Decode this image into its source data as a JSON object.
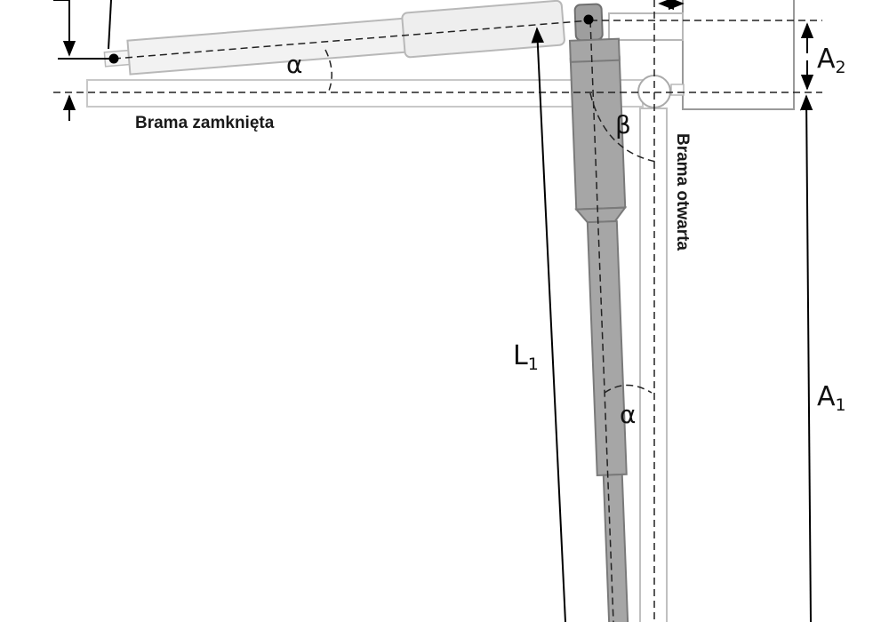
{
  "labels": {
    "closed_gate": "Brama zamknięta",
    "open_gate": "Brama otwarta",
    "angle_alpha_top": "α",
    "angle_alpha_bottom": "α",
    "angle_beta": "β",
    "dim_l1": "L",
    "dim_l1_sub": "1",
    "dim_a1": "A",
    "dim_a1_sub": "1",
    "dim_a2": "A",
    "dim_a2_sub": "2"
  },
  "colors": {
    "actuator_closed_fill": "#f2f2f2",
    "actuator_closed_stroke": "#b8b8b8",
    "actuator_open_fill": "#a6a6a6",
    "actuator_open_stroke": "#777777",
    "gate_leaf_stroke": "#c4c4c4",
    "dimension_line": "#000000"
  }
}
